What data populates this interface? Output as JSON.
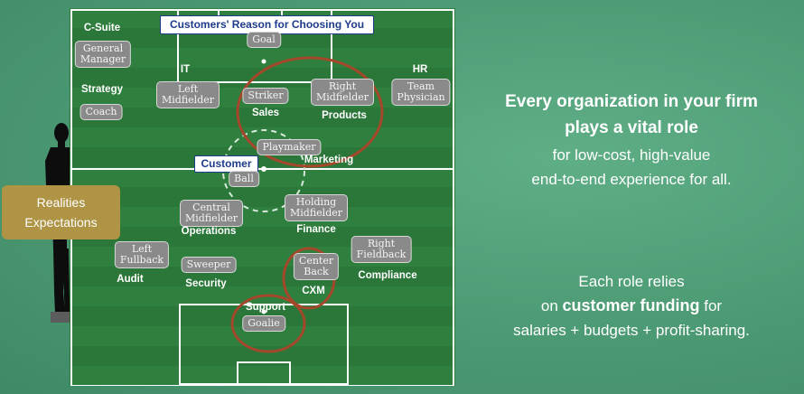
{
  "field": {
    "title": "Customers' Reason for Choosing You",
    "customer_label": "Customer",
    "positions": {
      "goal": "Goal",
      "general_manager": "General\nManager",
      "coach": "Coach",
      "left_midfielder": "Left\nMidfielder",
      "striker": "Striker",
      "right_midfielder": "Right\nMidfielder",
      "team_physician": "Team\nPhysician",
      "playmaker": "Playmaker",
      "ball": "Ball",
      "central_midfielder": "Central\nMidfielder",
      "holding_midfielder": "Holding\nMidfielder",
      "left_fullback": "Left\nFullback",
      "sweeper": "Sweeper",
      "center_back": "Center\nBack",
      "right_fieldback": "Right\nFieldback",
      "goalie": "Goalie"
    },
    "roles": {
      "c_suite": "C-Suite",
      "strategy": "Strategy",
      "it": "IT",
      "hr": "HR",
      "sales": "Sales",
      "products": "Products",
      "marketing": "Marketing",
      "operations": "Operations",
      "finance": "Finance",
      "audit": "Audit",
      "security": "Security",
      "cxm": "CXM",
      "compliance": "Compliance",
      "support": "Support"
    }
  },
  "person_tag": {
    "line1": "Realities",
    "line2": "Expectations"
  },
  "message1": {
    "bold_line1": "Every organization in your firm",
    "bold_line2": "plays a vital role",
    "line3": "for low-cost, high-value",
    "line4": "end-to-end experience for all."
  },
  "message2": {
    "line1": "Each role relies",
    "line2_pre": "on ",
    "line2_bold": "customer funding",
    "line2_post": " for",
    "line3": "salaries + budgets + profit-sharing."
  },
  "colors": {
    "field_green": "#2f7f3f",
    "highlight_circle": "#a4472a",
    "tag_gold": "#ae9444",
    "title_blue": "#1d3c8c"
  }
}
